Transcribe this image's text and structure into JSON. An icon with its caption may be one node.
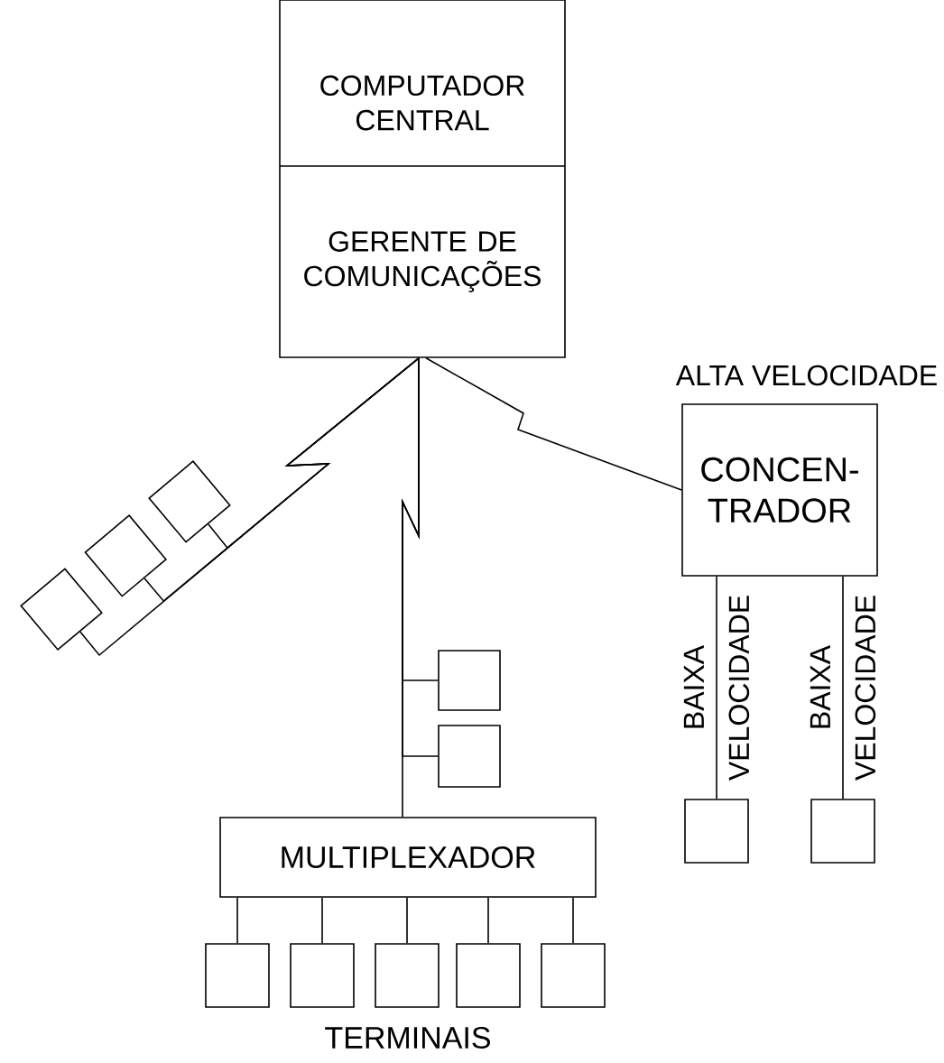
{
  "diagram": {
    "nodes": [
      {
        "text": [
          "COMPUTADOR CENTRAL",
          "GERENTE DE COMUNICAÇÕES"
        ]
      },
      {
        "text": [
          "CONCEN- TRADOR"
        ],
        "beside": [
          "ALTA VELOCIDADE"
        ]
      },
      {
        "text": [],
        "shape": "diamond"
      },
      {
        "text": [],
        "shape": "diamond"
      },
      {
        "text": [],
        "shape": "diamond"
      },
      {
        "text": [],
        "shape": "box"
      },
      {
        "text": [],
        "shape": "box"
      },
      {
        "text": [],
        "shape": "box"
      },
      {
        "text": [],
        "shape": "box"
      },
      {
        "text": [
          "MULTIPLEXADOR"
        ]
      },
      {
        "text": [],
        "shape": "box"
      },
      {
        "text": [],
        "shape": "box"
      },
      {
        "text": [],
        "shape": "box"
      },
      {
        "text": [],
        "shape": "box"
      },
      {
        "text": [],
        "shape": "box"
      }
    ],
    "edges": [
      {
        "from": 0,
        "to": 1,
        "arrow": "none"
      },
      {
        "from": 0,
        "to": 9,
        "arrow": "none"
      },
      {
        "from": 0,
        "to": 5,
        "arrow": "none"
      },
      {
        "from": 0,
        "to": 6,
        "arrow": "none"
      },
      {
        "from": 0,
        "to": 2,
        "arrow": "none"
      },
      {
        "from": 0,
        "to": 3,
        "arrow": "none"
      },
      {
        "from": 0,
        "to": 4,
        "arrow": "none"
      },
      {
        "from": 1,
        "to": 7,
        "arrow": "none",
        "label": "BAIXA VELOCIDADE"
      },
      {
        "from": 1,
        "to": 8,
        "arrow": "none",
        "label": "BAIXA VELOCIDADE"
      },
      {
        "from": 9,
        "to": 10,
        "arrow": "none"
      },
      {
        "from": 9,
        "to": 11,
        "arrow": "none"
      },
      {
        "from": 9,
        "to": 12,
        "arrow": "none"
      },
      {
        "from": 9,
        "to": 13,
        "arrow": "none"
      },
      {
        "from": 9,
        "to": 14,
        "arrow": "none"
      }
    ],
    "labels": [
      "TERMINAIS"
    ]
  }
}
